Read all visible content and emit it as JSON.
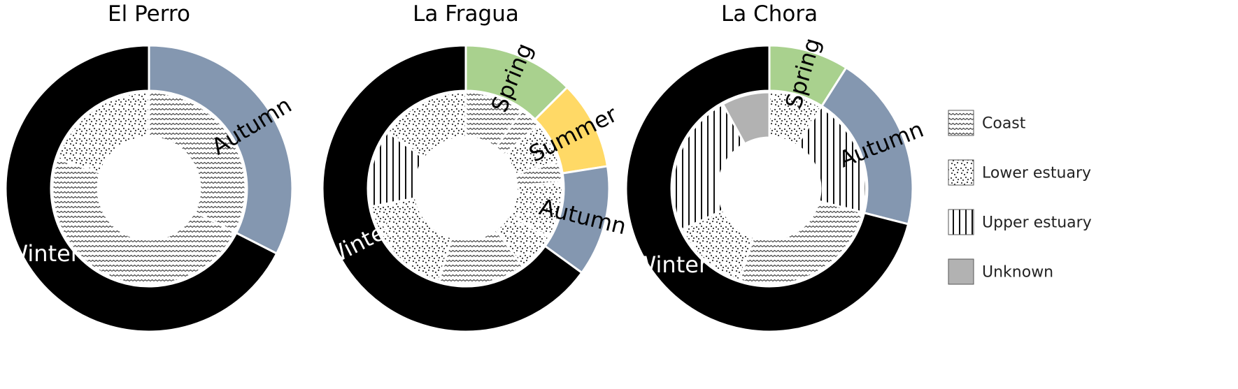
{
  "chart_data": [
    {
      "type": "pie",
      "title": "El Perro",
      "outer_ring": {
        "slices": [
          {
            "label": "Autumn",
            "value": 0.325,
            "color": "#8497b0"
          },
          {
            "label": "Winter",
            "value": 0.675,
            "color": "#000000"
          }
        ]
      },
      "inner_ring": {
        "slices": [
          {
            "category": "Coast",
            "value": 0.325
          },
          {
            "category": "Coast",
            "value": 0.475
          },
          {
            "category": "Lower estuary",
            "value": 0.2
          }
        ]
      }
    },
    {
      "type": "pie",
      "title": "La Fragua",
      "outer_ring": {
        "slices": [
          {
            "label": "Spring",
            "value": 0.125,
            "color": "#a9d18e"
          },
          {
            "label": "Summer",
            "value": 0.1,
            "color": "#ffd966"
          },
          {
            "label": "Autumn",
            "value": 0.125,
            "color": "#8497b0"
          },
          {
            "label": "Winter",
            "value": 0.65,
            "color": "#000000"
          }
        ]
      },
      "inner_ring": {
        "slices": [
          {
            "category": "Coast",
            "value": 0.1
          },
          {
            "category": "Coast",
            "value": 0.035
          },
          {
            "category": "Lower estuary",
            "value": 0.07
          },
          {
            "category": "Coast",
            "value": 0.035
          },
          {
            "category": "Lower estuary",
            "value": 0.095
          },
          {
            "category": "Lower estuary",
            "value": 0.065
          },
          {
            "category": "Coast",
            "value": 0.145
          },
          {
            "category": "Lower estuary",
            "value": 0.175
          },
          {
            "category": "Upper estuary",
            "value": 0.13
          },
          {
            "category": "Lower estuary",
            "value": 0.15
          }
        ]
      }
    },
    {
      "type": "pie",
      "title": "La Chora",
      "outer_ring": {
        "slices": [
          {
            "label": "Spring",
            "value": 0.09,
            "color": "#a9d18e"
          },
          {
            "label": "Autumn",
            "value": 0.2,
            "color": "#8497b0"
          },
          {
            "label": "Winter",
            "value": 0.71,
            "color": "#000000"
          }
        ]
      },
      "inner_ring": {
        "slices": [
          {
            "category": "Lower estuary",
            "value": 0.09
          },
          {
            "category": "Upper estuary",
            "value": 0.2
          },
          {
            "category": "Coast",
            "value": 0.26
          },
          {
            "category": "Lower estuary",
            "value": 0.13
          },
          {
            "category": "Upper estuary",
            "value": 0.24
          },
          {
            "category": "Unknown",
            "value": 0.08
          }
        ]
      }
    }
  ],
  "legend": {
    "items": [
      {
        "label": "Coast",
        "pattern": "wave-pattern-icon"
      },
      {
        "label": "Lower estuary",
        "pattern": "dot-pattern-icon"
      },
      {
        "label": "Upper estuary",
        "pattern": "vertical-stripe-pattern-icon"
      },
      {
        "label": "Unknown",
        "color": "#b2b2b2"
      }
    ]
  }
}
